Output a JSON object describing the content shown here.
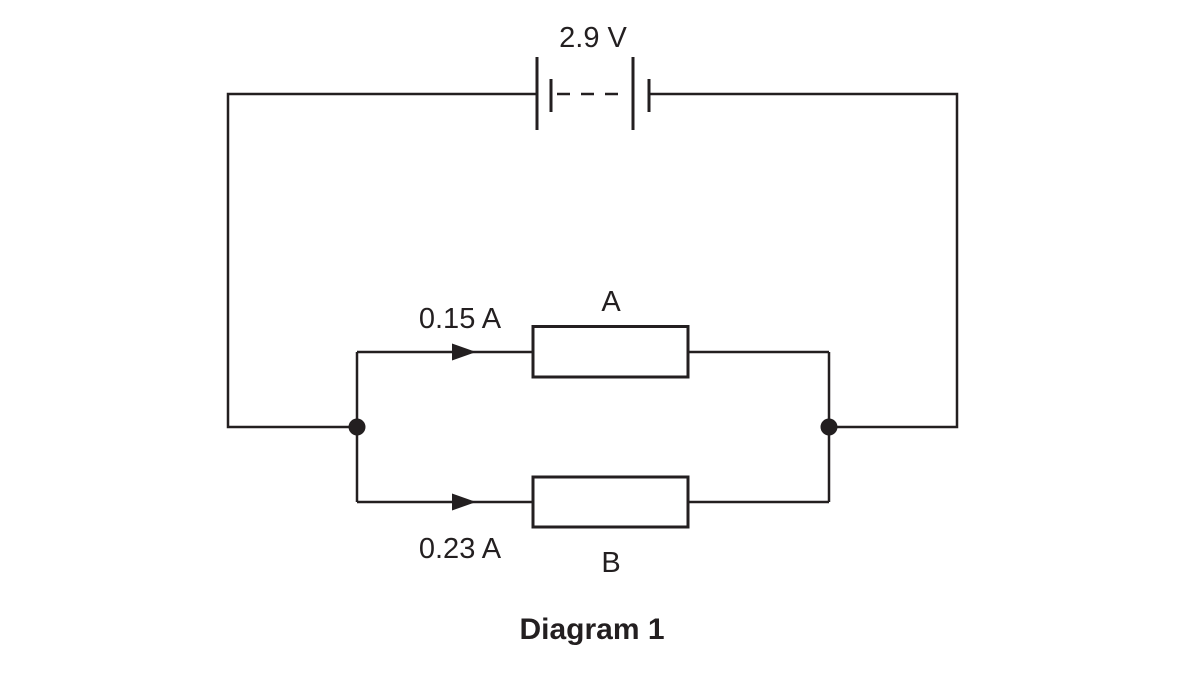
{
  "figure": {
    "caption": "Diagram 1",
    "battery": {
      "voltage_label": "2.9 V"
    },
    "branches": [
      {
        "id": "A",
        "current_label": "0.15 A",
        "component_label": "A"
      },
      {
        "id": "B",
        "current_label": "0.23 A",
        "component_label": "B"
      }
    ],
    "colors": {
      "line": "#231f20",
      "background": "#ffffff"
    }
  }
}
